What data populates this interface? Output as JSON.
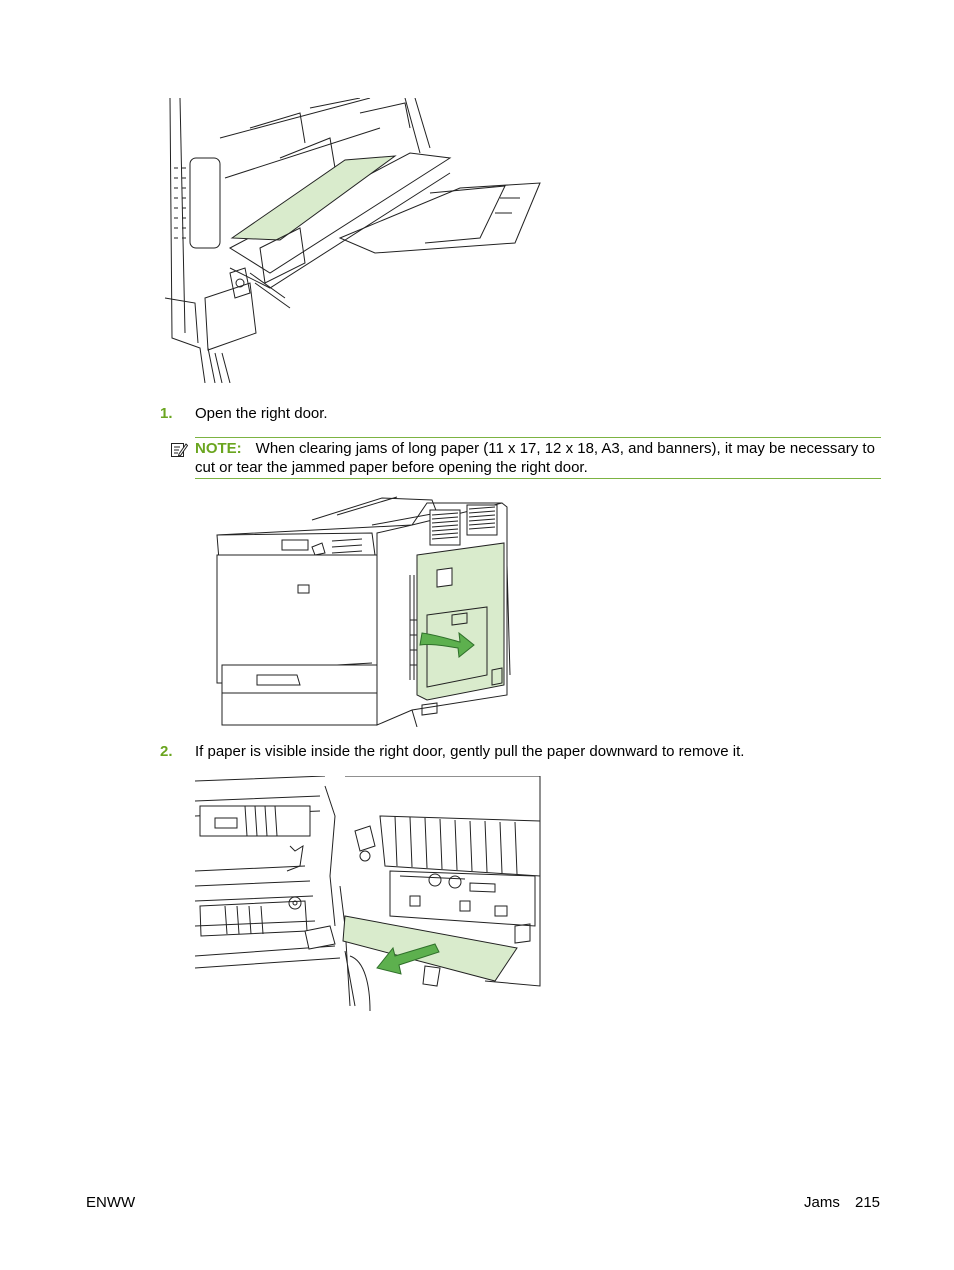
{
  "steps": [
    {
      "number": "1.",
      "text": "Open the right door."
    },
    {
      "number": "2.",
      "text": "If paper is visible inside the right door, gently pull the paper downward to remove it."
    }
  ],
  "note": {
    "icon": "note-pencil-icon",
    "label": "NOTE:",
    "text": "When clearing jams of long paper (11 x 17, 12 x 18, A3, and banners), it may be necessary to cut or tear the jammed paper before opening the right door."
  },
  "footer": {
    "left": "ENWW",
    "section": "Jams",
    "page": "215"
  },
  "colors": {
    "accent_green": "#6aa51f",
    "highlight_fill": "#d9ebcc",
    "arrow_green": "#5db04e"
  }
}
